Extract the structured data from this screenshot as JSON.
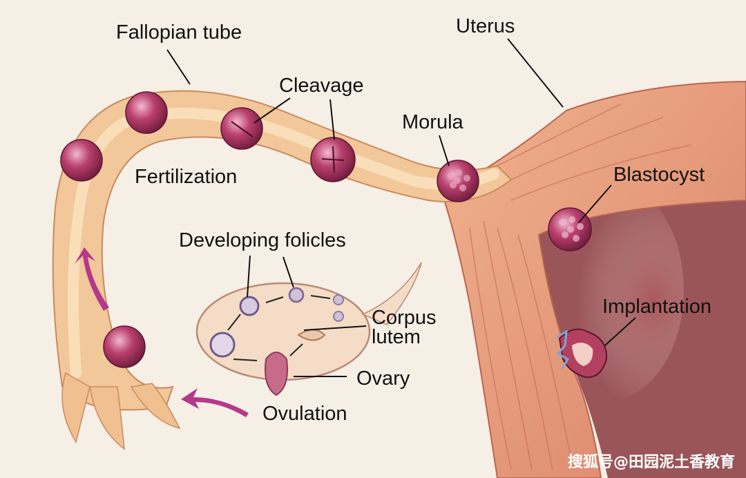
{
  "labels": {
    "fallopian_tube": "Fallopian tube",
    "uterus": "Uterus",
    "cleavage": "Cleavage",
    "morula": "Morula",
    "fertilization": "Fertilization",
    "blastocyst": "Blastocyst",
    "developing_folicles": "Developing folicles",
    "corpus_line1": "Corpus",
    "corpus_line2": "lutem",
    "implantation": "Implantation",
    "ovary": "Ovary",
    "ovulation": "Ovulation"
  },
  "watermark": "搜狐号@田园泥土香教育",
  "colors": {
    "background": "#f6efe6",
    "tissue": "#f2c79a",
    "muscle": "#e59a7a",
    "cell": "#a8325e",
    "arrow": "#b3398a"
  }
}
